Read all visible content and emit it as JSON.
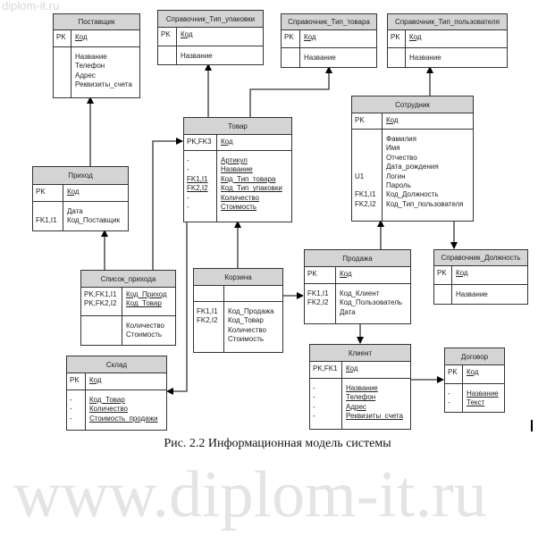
{
  "watermark": "www.diplom-it.ru",
  "watermark_small": "diplom-it.ru",
  "caption": "Рис.  2.2 Информационная модель системы",
  "entities": [
    {
      "id": "postavshik",
      "name": "Поставщик",
      "pk_keys": [
        "PK"
      ],
      "pk_fields": [
        "Код"
      ],
      "attr_keys": [
        "",
        "",
        "",
        ""
      ],
      "attr_fields": [
        "Название",
        "Телефон",
        "Адрес",
        "Реквизиты_счета"
      ],
      "pk_underlined": true,
      "attrs_underlined": false
    },
    {
      "id": "tip_upakovki",
      "name": "Справочник_Тип_упаковки",
      "pk_keys": [
        "PK"
      ],
      "pk_fields": [
        "Код"
      ],
      "attr_keys": [
        ""
      ],
      "attr_fields": [
        "Название"
      ],
      "pk_underlined": true,
      "attrs_underlined": false
    },
    {
      "id": "tip_tovara",
      "name": "Справочник_Тип_товара",
      "pk_keys": [
        "PK"
      ],
      "pk_fields": [
        "Код"
      ],
      "attr_keys": [
        ""
      ],
      "attr_fields": [
        "Название"
      ],
      "pk_underlined": true,
      "attrs_underlined": false
    },
    {
      "id": "tip_polzovatelya",
      "name": "Справочник_Тип_пользователя",
      "pk_keys": [
        "PK"
      ],
      "pk_fields": [
        "Код"
      ],
      "attr_keys": [
        ""
      ],
      "attr_fields": [
        "Название"
      ],
      "pk_underlined": true,
      "attrs_underlined": false
    },
    {
      "id": "tovar",
      "name": "Товар",
      "pk_keys": [
        "PK,FK3"
      ],
      "pk_fields": [
        "Код"
      ],
      "attr_keys": [
        "-",
        "-",
        "FK1,I1",
        "FK2,I2",
        "-",
        "-"
      ],
      "attr_fields": [
        "Артикул",
        "Название",
        "Код_Тип_товара",
        "Код_Тип_упаковки",
        "Количество",
        "Стоимость"
      ],
      "pk_underlined": true,
      "attrs_underlined": true
    },
    {
      "id": "sotrudnik",
      "name": "Сотрудник",
      "pk_keys": [
        "PK"
      ],
      "pk_fields": [
        "Код"
      ],
      "attr_keys": [
        "",
        "",
        "",
        "",
        "U1",
        "",
        "FK1,I1",
        "FK2,I2"
      ],
      "attr_fields": [
        "Фамилия",
        "Имя",
        "Отчество",
        "Дата_рождения",
        "Логин",
        "Пароль",
        "Код_Должность",
        "Код_Тип_пользователя"
      ],
      "pk_underlined": true,
      "attrs_underlined": false
    },
    {
      "id": "prihod",
      "name": "Приход",
      "pk_keys": [
        "PK"
      ],
      "pk_fields": [
        "Код"
      ],
      "attr_keys": [
        "",
        "FK1,I1"
      ],
      "attr_fields": [
        "Дата",
        "Код_Поставщик"
      ],
      "pk_underlined": true,
      "attrs_underlined": false
    },
    {
      "id": "spisok_prihoda",
      "name": "Список_прихода",
      "pk_keys": [
        "PK,FK1,I1",
        "PK,FK2,I2"
      ],
      "pk_fields": [
        "Код_Приход",
        "Код_Товар"
      ],
      "attr_keys": [
        "",
        ""
      ],
      "attr_fields": [
        "Количество",
        "Стоимость"
      ],
      "pk_underlined": true,
      "attrs_underlined": false
    },
    {
      "id": "korzina",
      "name": "Корзина",
      "pk_keys": [
        ""
      ],
      "pk_fields": [
        ""
      ],
      "attr_keys": [
        "FK1,I1",
        "FK2,I2",
        "",
        ""
      ],
      "attr_fields": [
        "Код_Продажа",
        "Код_Товар",
        "Количество",
        "Стоимость"
      ],
      "pk_underlined": false,
      "attrs_underlined": false
    },
    {
      "id": "prodazha",
      "name": "Продажа",
      "pk_keys": [
        "PK"
      ],
      "pk_fields": [
        "Код"
      ],
      "attr_keys": [
        "FK1,I1",
        "FK2,I2",
        ""
      ],
      "attr_fields": [
        "Код_Клиент",
        "Код_Пользователь",
        "Дата"
      ],
      "pk_underlined": true,
      "attrs_underlined": false
    },
    {
      "id": "dolzhnost",
      "name": "Справочник_Должность",
      "pk_keys": [
        "PK"
      ],
      "pk_fields": [
        "Код"
      ],
      "attr_keys": [
        ""
      ],
      "attr_fields": [
        "Название"
      ],
      "pk_underlined": true,
      "attrs_underlined": false
    },
    {
      "id": "sklad",
      "name": "Склад",
      "pk_keys": [
        "PK"
      ],
      "pk_fields": [
        "Код"
      ],
      "attr_keys": [
        "-",
        "-",
        "-"
      ],
      "attr_fields": [
        "Код_Товар",
        "Количество",
        "Стоимость_продажи"
      ],
      "pk_underlined": true,
      "attrs_underlined": true
    },
    {
      "id": "klient",
      "name": "Клиент",
      "pk_keys": [
        "PK,FK1"
      ],
      "pk_fields": [
        "Код"
      ],
      "attr_keys": [
        "-",
        "-",
        "-",
        "-"
      ],
      "attr_fields": [
        "Название",
        "Телефон",
        "Адрес",
        "Реквизиты_счета"
      ],
      "pk_underlined": true,
      "attrs_underlined": true
    },
    {
      "id": "dogovor",
      "name": "Договор",
      "pk_keys": [
        "PK"
      ],
      "pk_fields": [
        "Код"
      ],
      "attr_keys": [
        "-",
        "-"
      ],
      "attr_fields": [
        "Название",
        "Текст"
      ],
      "pk_underlined": true,
      "attrs_underlined": true
    }
  ],
  "relationships": [
    {
      "from": "Приход",
      "to": "Поставщик"
    },
    {
      "from": "Список_прихода",
      "to": "Приход"
    },
    {
      "from": "Список_прихода",
      "to": "Товар"
    },
    {
      "from": "Товар",
      "to": "Справочник_Тип_упаковки"
    },
    {
      "from": "Товар",
      "to": "Справочник_Тип_товара"
    },
    {
      "from": "Корзина",
      "to": "Товар"
    },
    {
      "from": "Товар",
      "to": "Склад"
    },
    {
      "from": "Корзина",
      "to": "Продажа"
    },
    {
      "from": "Продажа",
      "to": "Сотрудник"
    },
    {
      "from": "Сотрудник",
      "to": "Справочник_Должность"
    },
    {
      "from": "Сотрудник",
      "to": "Справочник_Тип_пользователя"
    },
    {
      "from": "Продажа",
      "to": "Клиент"
    },
    {
      "from": "Клиент",
      "to": "Договор"
    }
  ]
}
